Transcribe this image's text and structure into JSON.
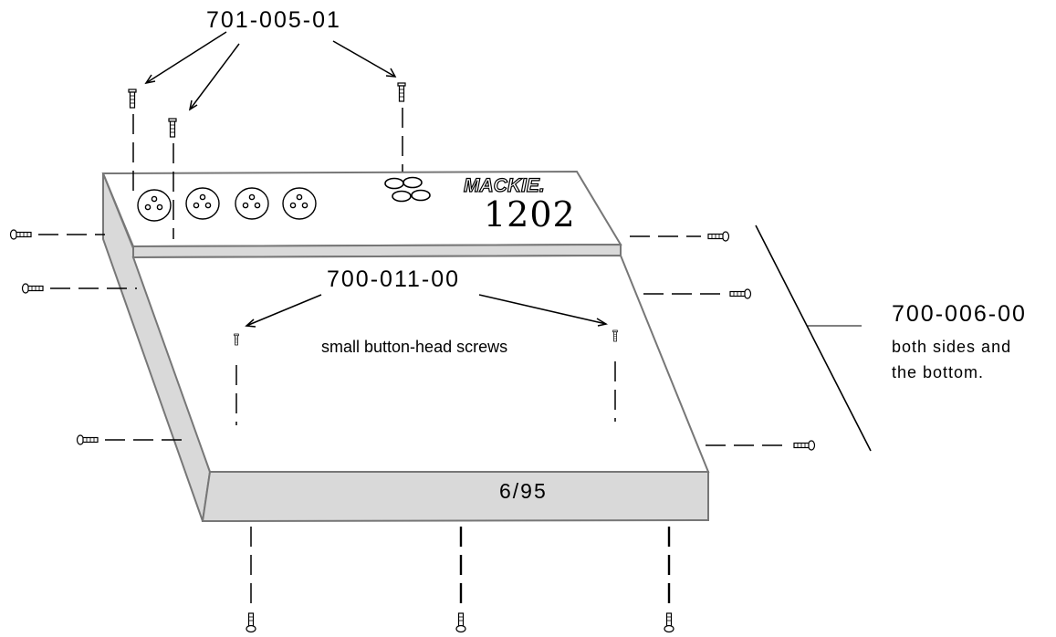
{
  "labels": {
    "top_part": "701-005-01",
    "middle_part": "700-011-00",
    "middle_note": "small button-head screws",
    "right_part": "700-006-00",
    "right_note_line1": "both sides and",
    "right_note_line2": "the bottom.",
    "date_code": "6/95"
  },
  "product": {
    "brand": "MACKIE.",
    "model": "1202"
  },
  "colors": {
    "panel_fill": "#ffffff",
    "side_fill": "#d9d9d9",
    "outline": "#777777",
    "ink": "#000000"
  }
}
